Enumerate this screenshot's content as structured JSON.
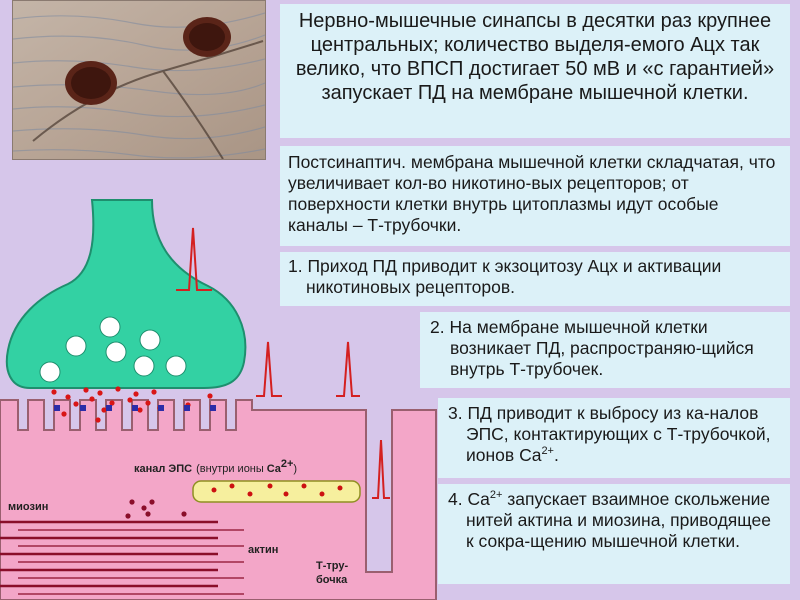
{
  "boxes": {
    "intro": "Нервно-мышечные синапсы в десятки раз крупнее центральных; количество выделя-емого Ацх так велико, что ВПСП достигает 50 мВ и «с гарантией» запускает ПД на мембране мышечной клетки.",
    "membrane": "Постсинаптич. мембрана мышечной клетки складчатая, что увеличивает кол-во никотино-вых рецепторов; от поверхности клетки внутрь цитоплазмы идут особые каналы – Т-трубочки.",
    "step1": "1. Приход ПД приводит к экзоцитозу Ацх и активации никотиновых рецепторов.",
    "step2": "2. На мембране мышечной клетки возникает ПД, распространяю-щийся внутрь Т-трубочек.",
    "step3_text": "3. ПД приводит к выбросу из ка-налов ЭПС, контактирующих с Т-трубочкой, ионов Ca",
    "step3_sup": "2+",
    "step3_end": ".",
    "step4_start": "4. Ca",
    "step4_sup": "2+",
    "step4_text": " запускает взаимное скольжение нитей актина и миозина, приводящее к сокра-щению мышечной клетки."
  },
  "labels": {
    "er_channel": "канал ЭПС",
    "er_channel_note": "(внутри ионы",
    "er_ion": "Ca",
    "er_ion_sup": "2+",
    "er_close": ")",
    "myosin": "миозин",
    "actin": "актин",
    "t_tubule_1": "Т-тру-",
    "t_tubule_2": "бочка"
  },
  "colors": {
    "background": "#d6c6ea",
    "box": "#dcf1f8",
    "terminal": "#33d1a3",
    "muscle": "#f3a6c8",
    "membrane_line": "#9a5f6f",
    "spike": "#d42020",
    "vesicle_dot": "#d91515",
    "receptor": "#2c2ca8",
    "er_channel": "#f6ef9e",
    "filament": "#8a0e2a"
  }
}
